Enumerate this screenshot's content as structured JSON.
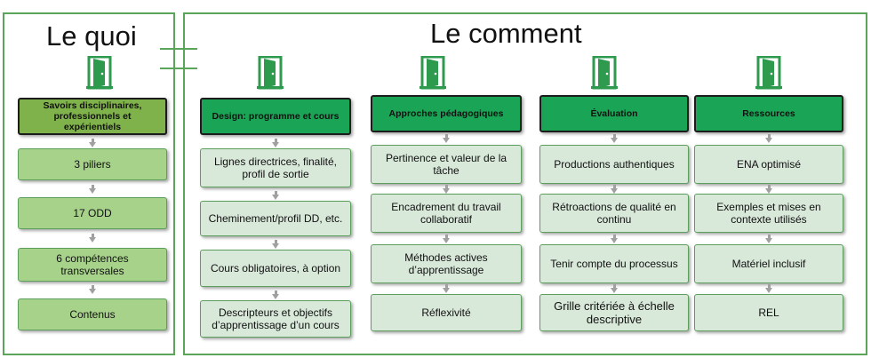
{
  "left_section": {
    "title": "Le quoi",
    "header": "Savoirs disciplinaires, professionnels et expérientiels",
    "items": [
      "3 piliers",
      "17 ODD",
      "6 compétences transversales",
      "Contenus"
    ]
  },
  "right_section": {
    "title": "Le comment",
    "columns": [
      {
        "header": "Design: programme et cours",
        "items": [
          "Lignes directrices, finalité, profil de sortie",
          "Cheminement/profil DD, etc.",
          "Cours obligatoires, à option",
          "Descripteurs et objectifs d’apprentissage d’un cours"
        ]
      },
      {
        "header": "Approches pédagogiques",
        "items": [
          "Pertinence et valeur de la tâche",
          "Encadrement du travail collaboratif",
          "Méthodes actives d’apprentissage",
          "Réflexivité"
        ]
      },
      {
        "header": "Évaluation",
        "items": [
          "Productions authentiques",
          "Rétroactions de qualité en continu",
          "Tenir compte du processus",
          "Grille critériée à échelle descriptive"
        ]
      },
      {
        "header": "Ressources",
        "items": [
          "ENA optimisé",
          "Exemples et mises en contexte utilisés",
          "Matériel inclusif",
          "REL"
        ]
      }
    ]
  },
  "icons": {
    "door": "door-icon"
  },
  "colors": {
    "frame": "#5aa55a",
    "header_green": "#1aa556",
    "header_olive": "#7fb24a",
    "item_light": "#d8e8d9",
    "item_green": "#a7d28a",
    "door": "#2e9a4e"
  }
}
